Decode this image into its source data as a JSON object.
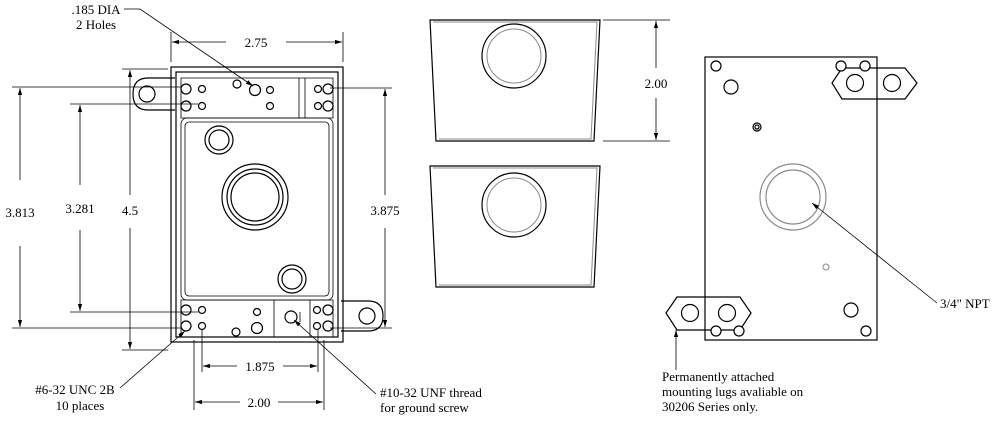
{
  "front_view": {
    "callout_dia": ".185  DIA",
    "callout_holes": "2 Holes",
    "dim_width": "2.75",
    "dim_height_outer": "4.5",
    "dim_height_left": "3.813",
    "dim_height_inner": "3.281",
    "dim_height_right": "3.875",
    "dim_bottom_inner": "1.875",
    "dim_bottom_outer": "2.00",
    "note_thread_line1": "#6-32 UNC 2B",
    "note_thread_line2": "10 places",
    "note_ground_line1": "#10-32 UNF thread",
    "note_ground_line2": "for ground screw"
  },
  "side_view": {
    "dim_depth": "2.00"
  },
  "rear_view": {
    "npt_label": "3/4\" NPT",
    "note_line1": "Permanently attached",
    "note_line2": "mounting lugs avaliable on",
    "note_line3": "30206 Series only."
  }
}
